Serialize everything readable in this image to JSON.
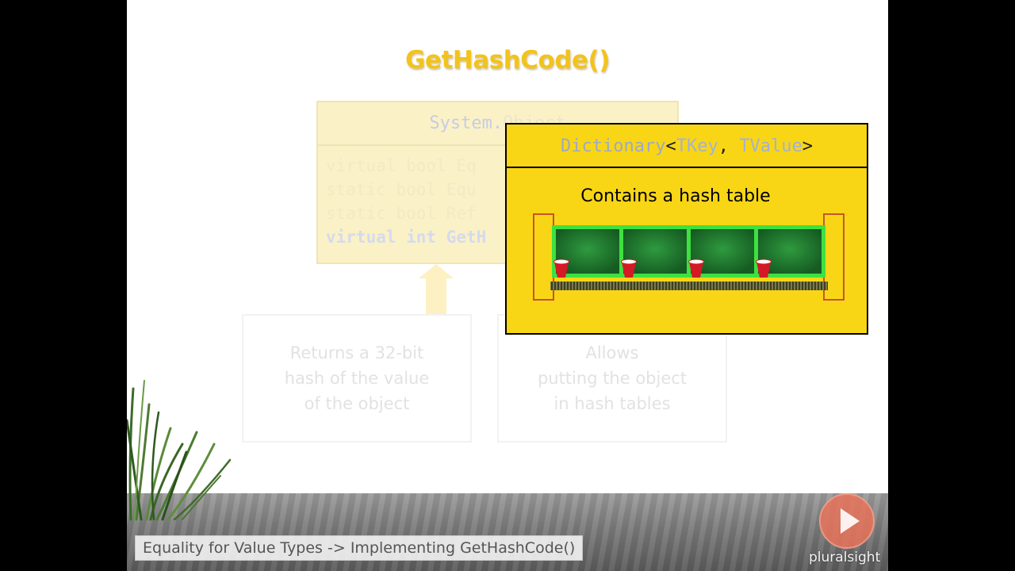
{
  "slide": {
    "title": "GetHashCode()"
  },
  "system_object": {
    "class_name_visible": "System.",
    "class_name_hidden": "Object",
    "methods": [
      "virtual bool Eq",
      "static bool Equ",
      "static bool Ref",
      "virtual int GetH"
    ]
  },
  "notes": {
    "left_lines": [
      "Returns a 32-bit",
      "hash of the value",
      "of the object"
    ],
    "right_lines": [
      "Allows",
      "putting the object",
      "in hash tables"
    ]
  },
  "dictionary": {
    "class_name": "Dictionary",
    "open_bracket": "<",
    "param1": "TKey",
    "separator": ", ",
    "param2": "TValue",
    "close_bracket": ">",
    "caption": "Contains a hash table"
  },
  "footer": {
    "breadcrumb": "Equality for Value Types -> Implementing GetHashCode()",
    "brand": "pluralsight"
  },
  "colors": {
    "title": "#f2c31b",
    "popup_bg": "#f8d616",
    "bucket_green": "#3fe041"
  },
  "icons": [
    "play-icon",
    "red-cup-icon",
    "grass-decoration"
  ]
}
